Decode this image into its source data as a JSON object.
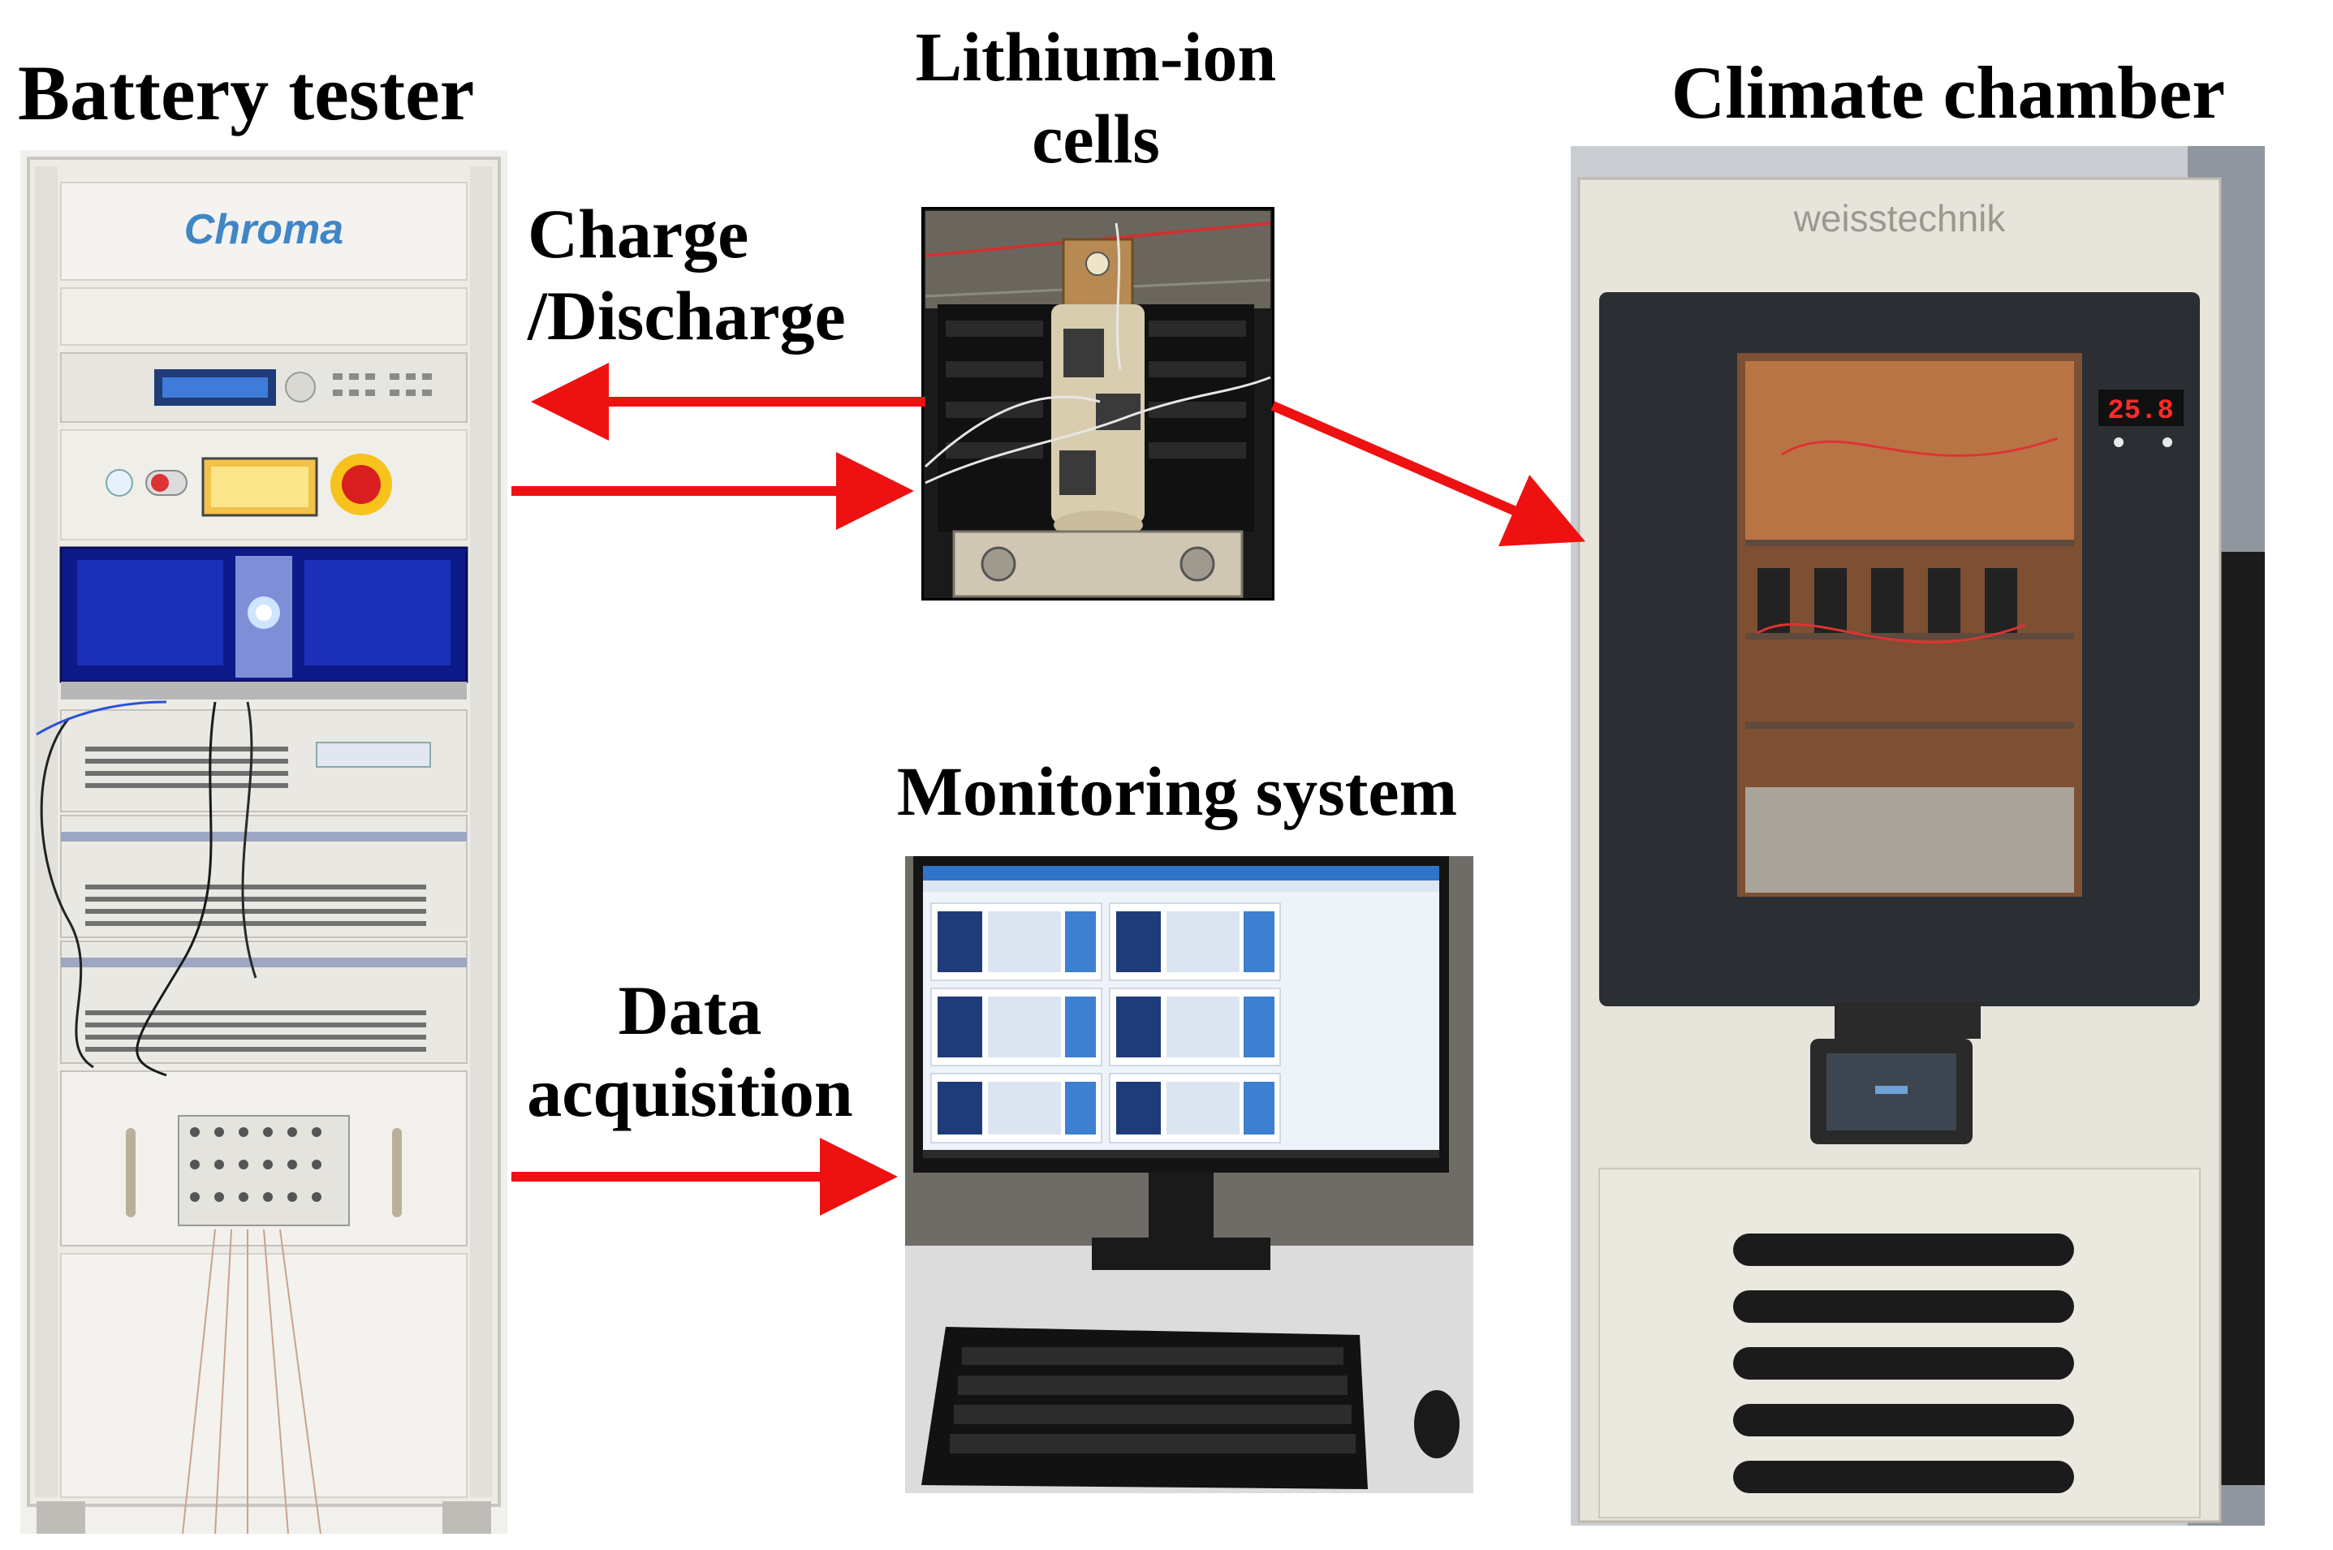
{
  "labels": {
    "battery_tester": "Battery tester",
    "lithium_cells": "Lithium-ion\ncells",
    "climate_chamber": "Climate chamber",
    "charge_discharge": "Charge\n/Discharge",
    "monitoring_system": "Monitoring system",
    "data_acquisition": "Data\nacquisition"
  },
  "equipment_text": {
    "rack_brand": "Chroma",
    "chamber_brand": "weisstechnik",
    "chamber_display": "25.8"
  },
  "colors": {
    "arrow": "#ee1111",
    "rack_body": "#ecebe6",
    "chamber_body": "#e7e4dc",
    "chamber_window": "#2b2f33",
    "monitor_screen": "#eef3fa",
    "brand_blue": "#3f86c6"
  }
}
